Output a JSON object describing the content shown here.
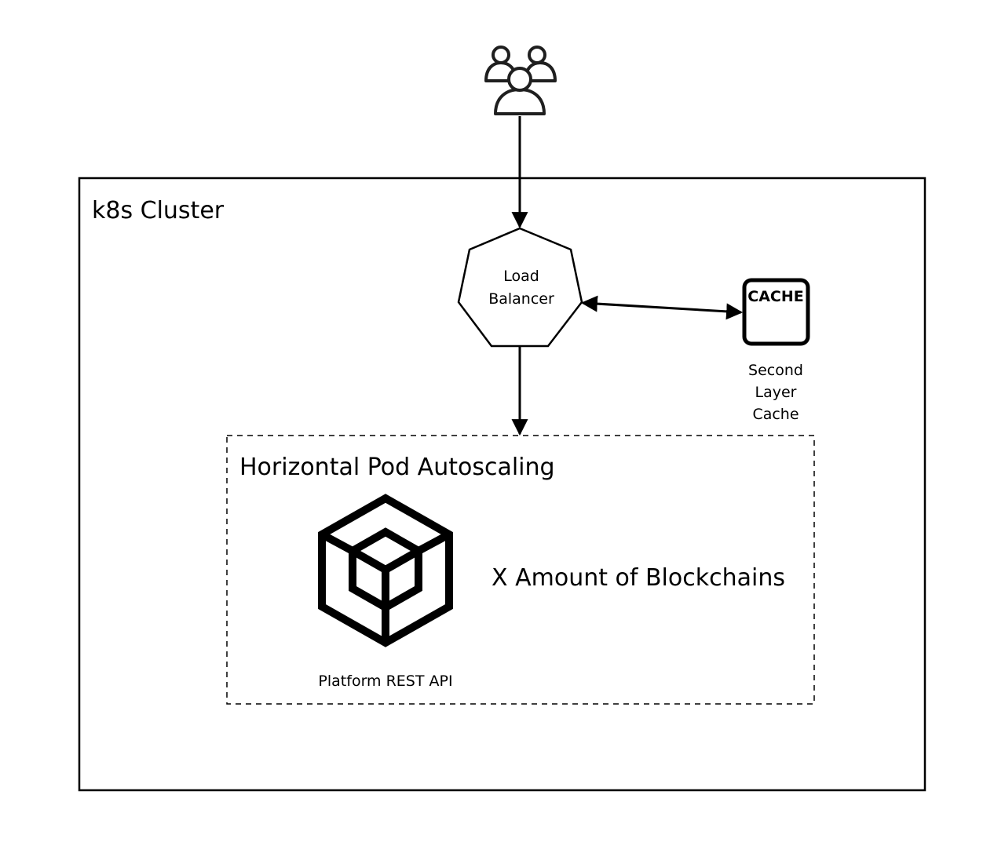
{
  "diagram": {
    "cluster": {
      "title": "k8s Cluster"
    },
    "users": {
      "icon": "users-group-icon"
    },
    "load_balancer": {
      "label_line1": "Load",
      "label_line2": "Balancer"
    },
    "cache": {
      "icon_text": "CACHE",
      "label_line1": "Second",
      "label_line2": "Layer",
      "label_line3": "Cache"
    },
    "hpa": {
      "title": "Horizontal Pod Autoscaling",
      "api_icon": "cube-icon",
      "api_label": "Platform REST API",
      "blockchains_label": "X Amount of Blockchains"
    }
  }
}
